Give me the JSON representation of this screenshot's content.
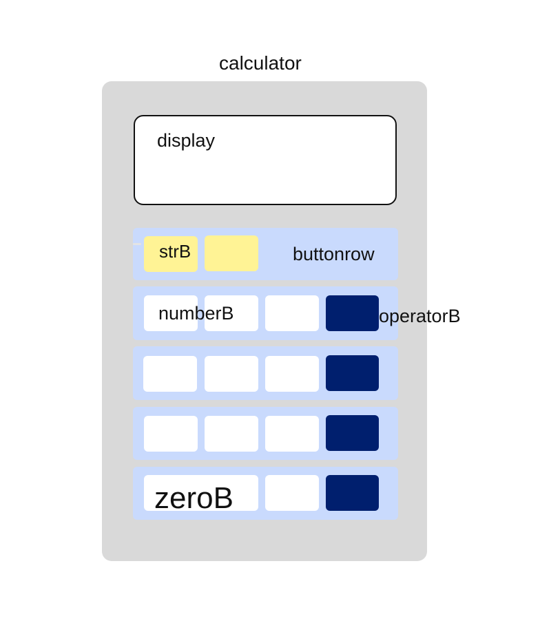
{
  "labels": {
    "calculator": "calculator",
    "display": "display",
    "buttonrow": "buttonrow",
    "strB": "strB",
    "numberB": "numberB",
    "operatorB": "operatorB",
    "zeroB": "zeroB"
  },
  "colors": {
    "calculator_bg": "#d9d9d9",
    "buttonrow_bg": "#c9dafd",
    "strB": "#fff395",
    "numberB": "#ffffff",
    "operatorB": "#001f6e"
  }
}
